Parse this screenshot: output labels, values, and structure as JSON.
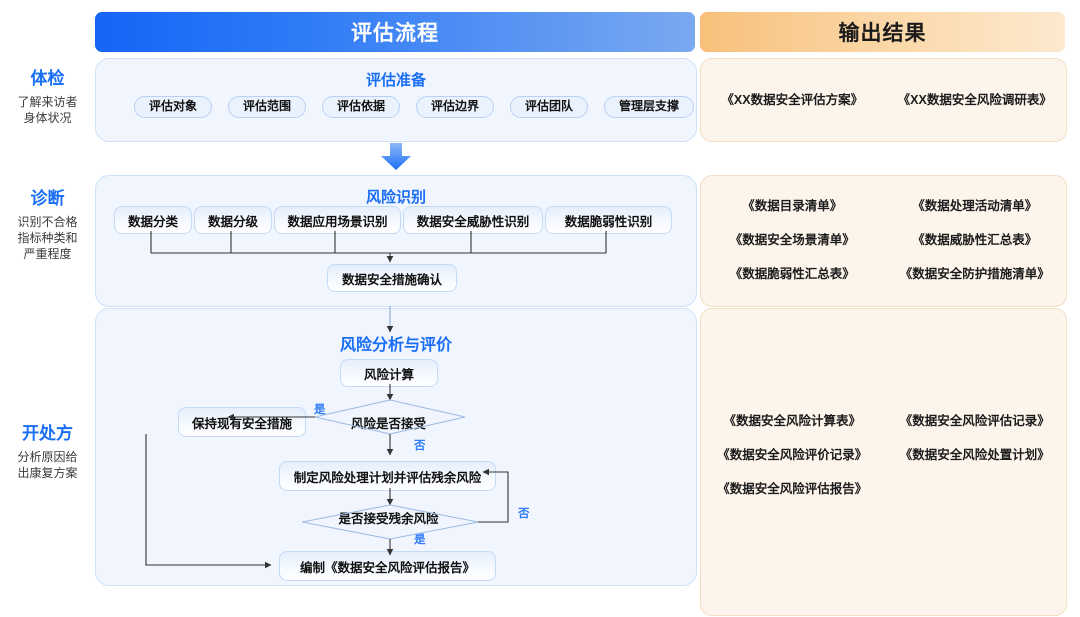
{
  "headers": {
    "process": "评估流程",
    "output": "输出结果"
  },
  "stages": [
    {
      "title": "体检",
      "desc": "了解来访者\n身体状况"
    },
    {
      "title": "诊断",
      "desc": "识别不合格\n指标种类和\n严重程度"
    },
    {
      "title": "开处方",
      "desc": "分析原因给\n出康复方案"
    }
  ],
  "sections": [
    {
      "title": "评估准备",
      "pills": [
        "评估对象",
        "评估范围",
        "评估依据",
        "评估边界",
        "评估团队",
        "管理层支撑"
      ]
    },
    {
      "title": "风险识别",
      "inputs": [
        "数据分类",
        "数据分级",
        "数据应用场景识别",
        "数据安全威胁性识别",
        "数据脆弱性识别"
      ],
      "result": "数据安全措施确认"
    },
    {
      "title": "风险分析与评价",
      "nodes": {
        "calc": "风险计算",
        "decision1": "风险是否接受",
        "keep": "保持现有安全措施",
        "plan": "制定风险处理计划并评估残余风险",
        "decision2": "是否接受残余风险",
        "report": "编制《数据安全风险评估报告》"
      },
      "edge_labels": {
        "yes1": "是",
        "no1": "否",
        "no2": "否",
        "yes2": "是"
      }
    }
  ],
  "outputs": [
    [
      "《XX数据安全评估方案》",
      "《XX数据安全风险调研表》"
    ],
    [
      "《数据目录清单》",
      "《数据处理活动清单》",
      "《数据安全场景清单》",
      "《数据威胁性汇总表》",
      "《数据脆弱性汇总表》",
      "《数据安全防护措施清单》"
    ],
    [
      "《数据安全风险计算表》",
      "《数据安全风险评估记录》",
      "《数据安全风险评价记录》",
      "《数据安全风险处置计划》",
      "《数据安全风险评估报告》",
      ""
    ]
  ],
  "colors": {
    "header_blue": "#1565f5",
    "header_orange": "#f7c07a",
    "accent": "#1a6ef5",
    "panel_blue_bg": "#f1f6fe",
    "panel_orange_bg": "#fdf5ec"
  },
  "icons": {
    "down_arrow": "down-arrow-icon"
  }
}
